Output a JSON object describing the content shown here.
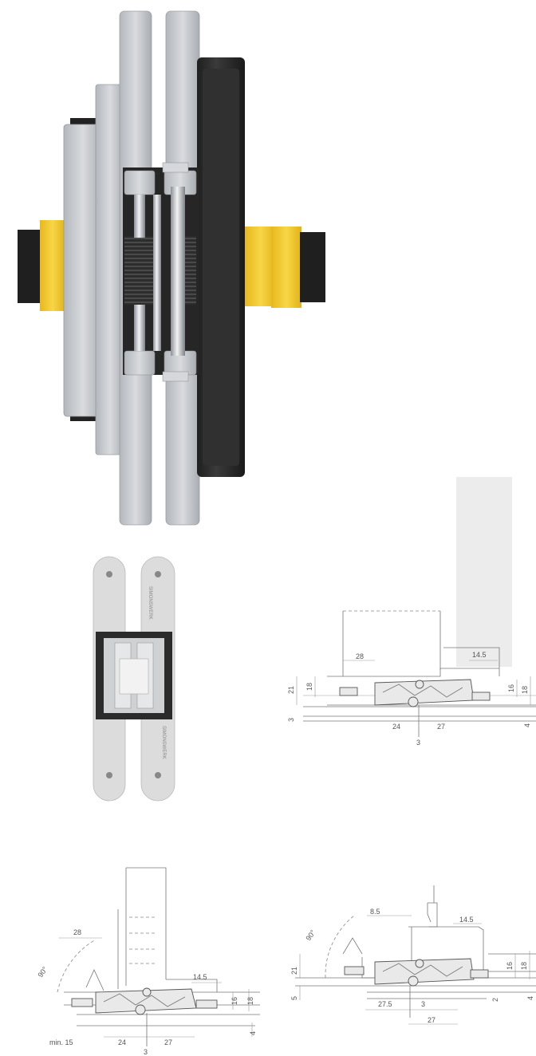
{
  "product": {
    "large_view": "hinge-3d-render",
    "small_view": "hinge-front-view",
    "engraving": "SIMONSWERK"
  },
  "drawings": [
    {
      "name": "section-right",
      "labels": {
        "d28": "28",
        "d14_5": "14.5",
        "d21": "21",
        "d18": "18",
        "d16": "16",
        "d18b": "18",
        "d3": "3",
        "d24": "24",
        "d27": "27",
        "d3b": "3",
        "d4": "4"
      }
    },
    {
      "name": "section-bottom-left",
      "labels": {
        "d28": "28",
        "angle": "90°",
        "d14_5": "14.5",
        "d16": "16",
        "d18": "18",
        "min": "min. 15",
        "d24": "24",
        "d27": "27",
        "d4": "4",
        "d3": "3"
      }
    },
    {
      "name": "section-bottom-right",
      "labels": {
        "d8_5": "8.5",
        "angle": "90°",
        "d14_5": "14.5",
        "d21": "21",
        "d16": "16",
        "d18": "18",
        "d5": "5",
        "d27_5": "27.5",
        "d3": "3",
        "d27": "27",
        "d2": "2",
        "d4": "4"
      }
    }
  ],
  "colors": {
    "steel": "#c6c9ce",
    "steel_dark": "#9ea2a8",
    "frame_black": "#2a2a2a",
    "yellow": "#f2cc2f",
    "panel_grey": "#ececec"
  }
}
